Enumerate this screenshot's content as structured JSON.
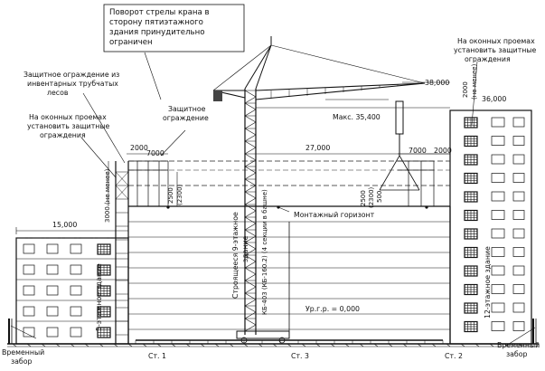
{
  "notes": {
    "slewing_limit": [
      "Поворот стрелы крана в",
      "сторону пятиэтажного",
      "здания принудительно",
      "ограничен"
    ],
    "scaffold_fence": [
      "Защитное ограждение из",
      "инвентарных трубчатых",
      "лесов"
    ],
    "left_windows": [
      "На оконных проемах",
      "установить защитные",
      "ограждения"
    ],
    "protective_fence": [
      "Защитное",
      "ограждение"
    ],
    "right_windows": [
      "На оконных проемах",
      "установить защитные",
      "ограждения"
    ],
    "max_reach": "Макс. 35,400",
    "mounting_horizon": "Монтажный горизонт",
    "ground_level": "Ур.г.р. = 0,000",
    "temp_fence_left": [
      "Временный",
      "забор"
    ],
    "temp_fence_right": [
      "Временный",
      "забор"
    ]
  },
  "buildings": {
    "five_storey": "5-этажное здание",
    "under_construction": [
      "Строящееся 9-этажное",
      "здание"
    ],
    "twelve_storey": "12-этажное здание"
  },
  "crane": {
    "label": "КБ-403 (КБ-160.2) (4 секции в башне)"
  },
  "dimensions": {
    "d15": "15,000",
    "d27": "27,000",
    "d36": "36,000",
    "d38": "38,000",
    "d2000_l": "2000",
    "d7000_l": "7000",
    "d3000": "3000 (не менее)",
    "d2500": "2500",
    "d2300": "(2300)",
    "d7000_r": "7000",
    "d2000_r": "2000",
    "d2000_top": "2000",
    "d_ne_menee": "(не менее)",
    "d2500_r": "2500",
    "d2300_r": "(2300)",
    "d500_r": "500"
  },
  "stations": {
    "st1": "Ст. 1",
    "st2": "Ст. 2",
    "st3": "Ст. 3"
  }
}
